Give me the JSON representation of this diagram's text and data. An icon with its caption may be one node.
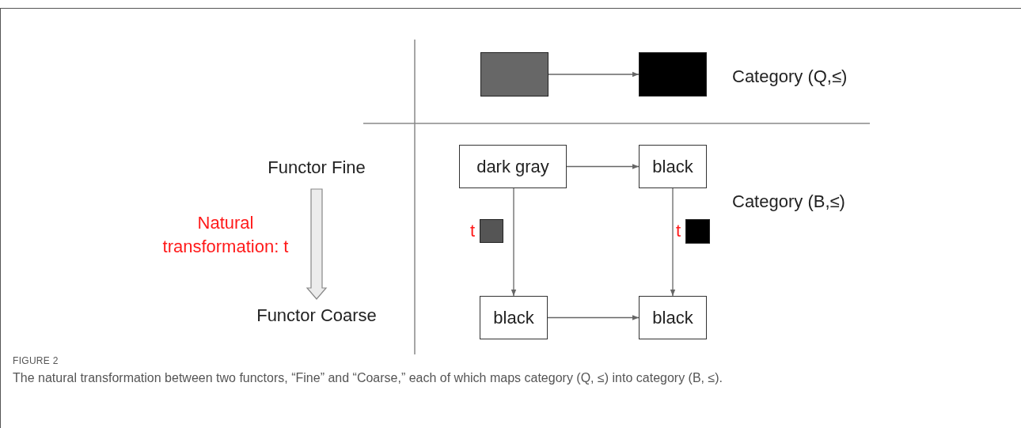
{
  "diagram": {
    "caption": "The natural transformation between two functors, “Fine” and “Coarse,” each of which maps category (Q, ≤) into category (B, ≤).",
    "nodes": [
      {
        "text": [],
        "shape": "box"
      },
      {
        "text": [],
        "shape": "box"
      },
      {
        "text": [
          "dark gray"
        ]
      },
      {
        "text": [
          "black"
        ]
      },
      {
        "text": [
          "black"
        ]
      },
      {
        "text": [
          "black"
        ]
      },
      {
        "text": [
          "Functor Fine"
        ]
      },
      {
        "text": [
          "Functor Coarse"
        ]
      },
      {
        "text": [],
        "shape": "box",
        "beside": [
          "t"
        ]
      },
      {
        "text": [],
        "shape": "box",
        "beside": [
          "t"
        ]
      }
    ],
    "edges": [
      {
        "from": 0,
        "to": 1,
        "arrow": "to"
      },
      {
        "from": 2,
        "to": 3,
        "arrow": "to"
      },
      {
        "from": 2,
        "to": 4,
        "arrow": "to"
      },
      {
        "from": 3,
        "to": 5,
        "arrow": "to"
      },
      {
        "from": 4,
        "to": 5,
        "arrow": "to"
      },
      {
        "from": 6,
        "to": 7,
        "arrow": "to",
        "label": "Natural transformation: t",
        "style": "thick"
      }
    ],
    "labels": [
      "Category (Q,≤)",
      "Category (B,≤)",
      "FIGURE 2"
    ]
  }
}
